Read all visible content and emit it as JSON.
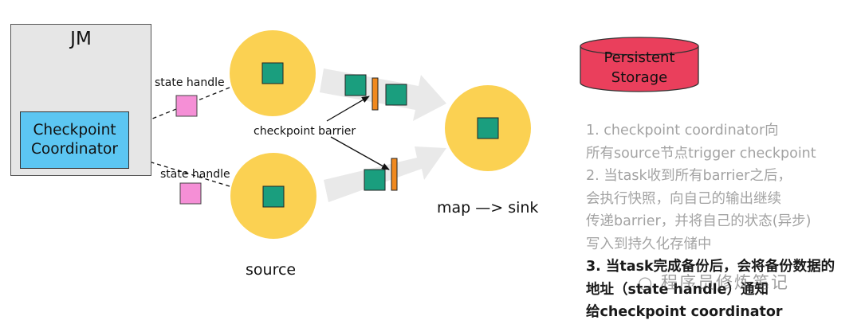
{
  "jm": {
    "title": "JM",
    "coordinator_label": "Checkpoint Coordinator"
  },
  "labels": {
    "state_handle_top": "state handle",
    "state_handle_bottom": "state handle",
    "checkpoint_barrier": "checkpoint barrier",
    "source": "source",
    "map_sink": "map —> sink"
  },
  "storage": {
    "label": "Persistent Storage"
  },
  "notes": [
    {
      "text": "1. checkpoint coordinator向",
      "style": "muted"
    },
    {
      "text": "所有source节点trigger checkpoint",
      "style": "muted"
    },
    {
      "text": "2. 当task收到所有barrier之后，",
      "style": "muted"
    },
    {
      "text": "会执行快照，向自己的输出继续",
      "style": "muted"
    },
    {
      "text": "传递barrier，并将自己的状态(异步)",
      "style": "muted"
    },
    {
      "text": "写入到持久化存储中",
      "style": "muted"
    },
    {
      "text": "3. 当task完成备份后，会将备份数据的",
      "style": "dark"
    },
    {
      "text": "地址（state handle）通知",
      "style": "dark"
    },
    {
      "text": "给checkpoint coordinator",
      "style": "dark"
    }
  ],
  "watermark": "程序员修炼笔记",
  "colors": {
    "node": "#fbd152",
    "record": "#1a9e7e",
    "barrier": "#f0891f",
    "state_handle": "#f58fd6",
    "coordinator": "#5cc6f2",
    "storage": "#ea3f5c",
    "jm_box": "#e6e6e6",
    "flow_arrow": "#e9e9e9"
  }
}
